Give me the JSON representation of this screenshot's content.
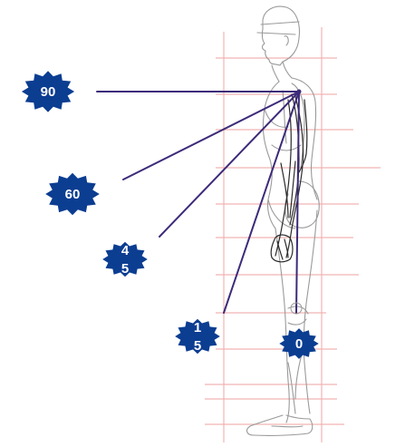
{
  "colors": {
    "grid": "#f2b3b3",
    "ray": "#3d2a7a",
    "badge": "#0b3d91",
    "badge_text": "#ffffff",
    "sketch": "#9a9a9a",
    "sketch_dark": "#2a2a2a"
  },
  "badges": [
    {
      "id": "90",
      "lines": [
        "90"
      ]
    },
    {
      "id": "60",
      "lines": [
        "60"
      ]
    },
    {
      "id": "45",
      "lines": [
        "4",
        "5"
      ]
    },
    {
      "id": "15",
      "lines": [
        "1",
        "5"
      ]
    },
    {
      "id": "0",
      "lines": [
        "0"
      ]
    }
  ]
}
